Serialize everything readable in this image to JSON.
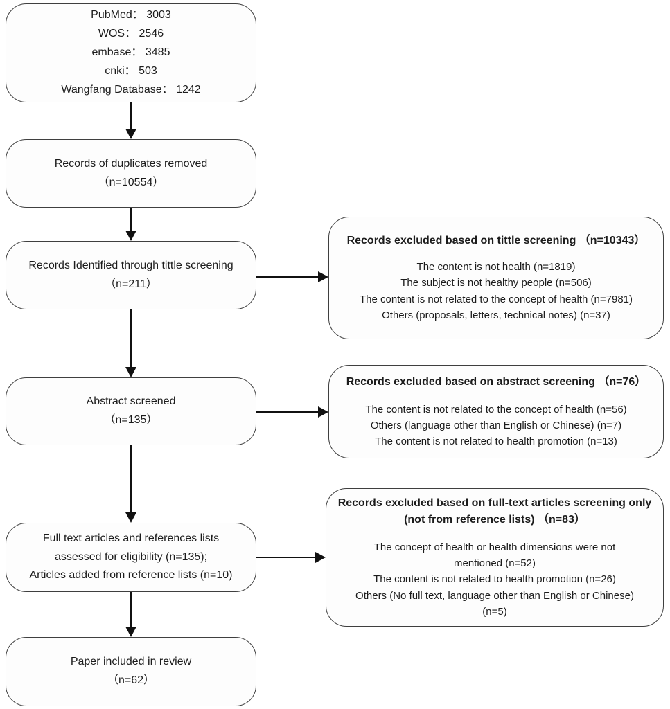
{
  "diagram": {
    "kind": "prisma-flowchart",
    "left_boxes": [
      {
        "id": "sources",
        "text": "PubMed： 3003\nWOS： 2546\nembase： 3485\ncnki： 503\nWangfang Database： 1242"
      },
      {
        "id": "duplicates-removed",
        "text": "Records of duplicates removed\n（n=10554）"
      },
      {
        "id": "title-screening",
        "text": "Records Identified through tittle screening\n（n=211）"
      },
      {
        "id": "abstract-screened",
        "text": "Abstract screened\n（n=135）"
      },
      {
        "id": "fulltext-assessed",
        "text": "Full text articles and references lists\nassessed for eligibility (n=135);\nArticles added from reference lists (n=10)"
      },
      {
        "id": "included",
        "text": "Paper included in review\n（n=62）"
      }
    ],
    "right_boxes": [
      {
        "id": "excluded-title-screening",
        "title": "Records excluded based on tittle screening （n=10343）",
        "body": "The content is not health (n=1819)\nThe subject is not healthy people (n=506)\nThe content is not related to the concept of health (n=7981)\nOthers (proposals, letters, technical notes) (n=37)"
      },
      {
        "id": "excluded-abstract-screening",
        "title": "Records excluded based on abstract screening （n=76）",
        "body": "The content is not related to the concept of health (n=56)\nOthers (language other than English or Chinese) (n=7)\nThe content is not related to health promotion (n=13)"
      },
      {
        "id": "excluded-fulltext-screening",
        "title": "Records excluded based on full-text articles screening only\n(not from reference lists) （n=83）",
        "body": "The concept of health or health dimensions were not\nmentioned (n=52)\nThe content is not related to health promotion (n=26)\nOthers (No full text, language other than English or Chinese)\n(n=5)"
      }
    ],
    "colors": {
      "box_border": "#3f3f3f",
      "box_fill": "#fdfdfd",
      "text": "#1c1c1c",
      "arrow": "#111111"
    }
  }
}
